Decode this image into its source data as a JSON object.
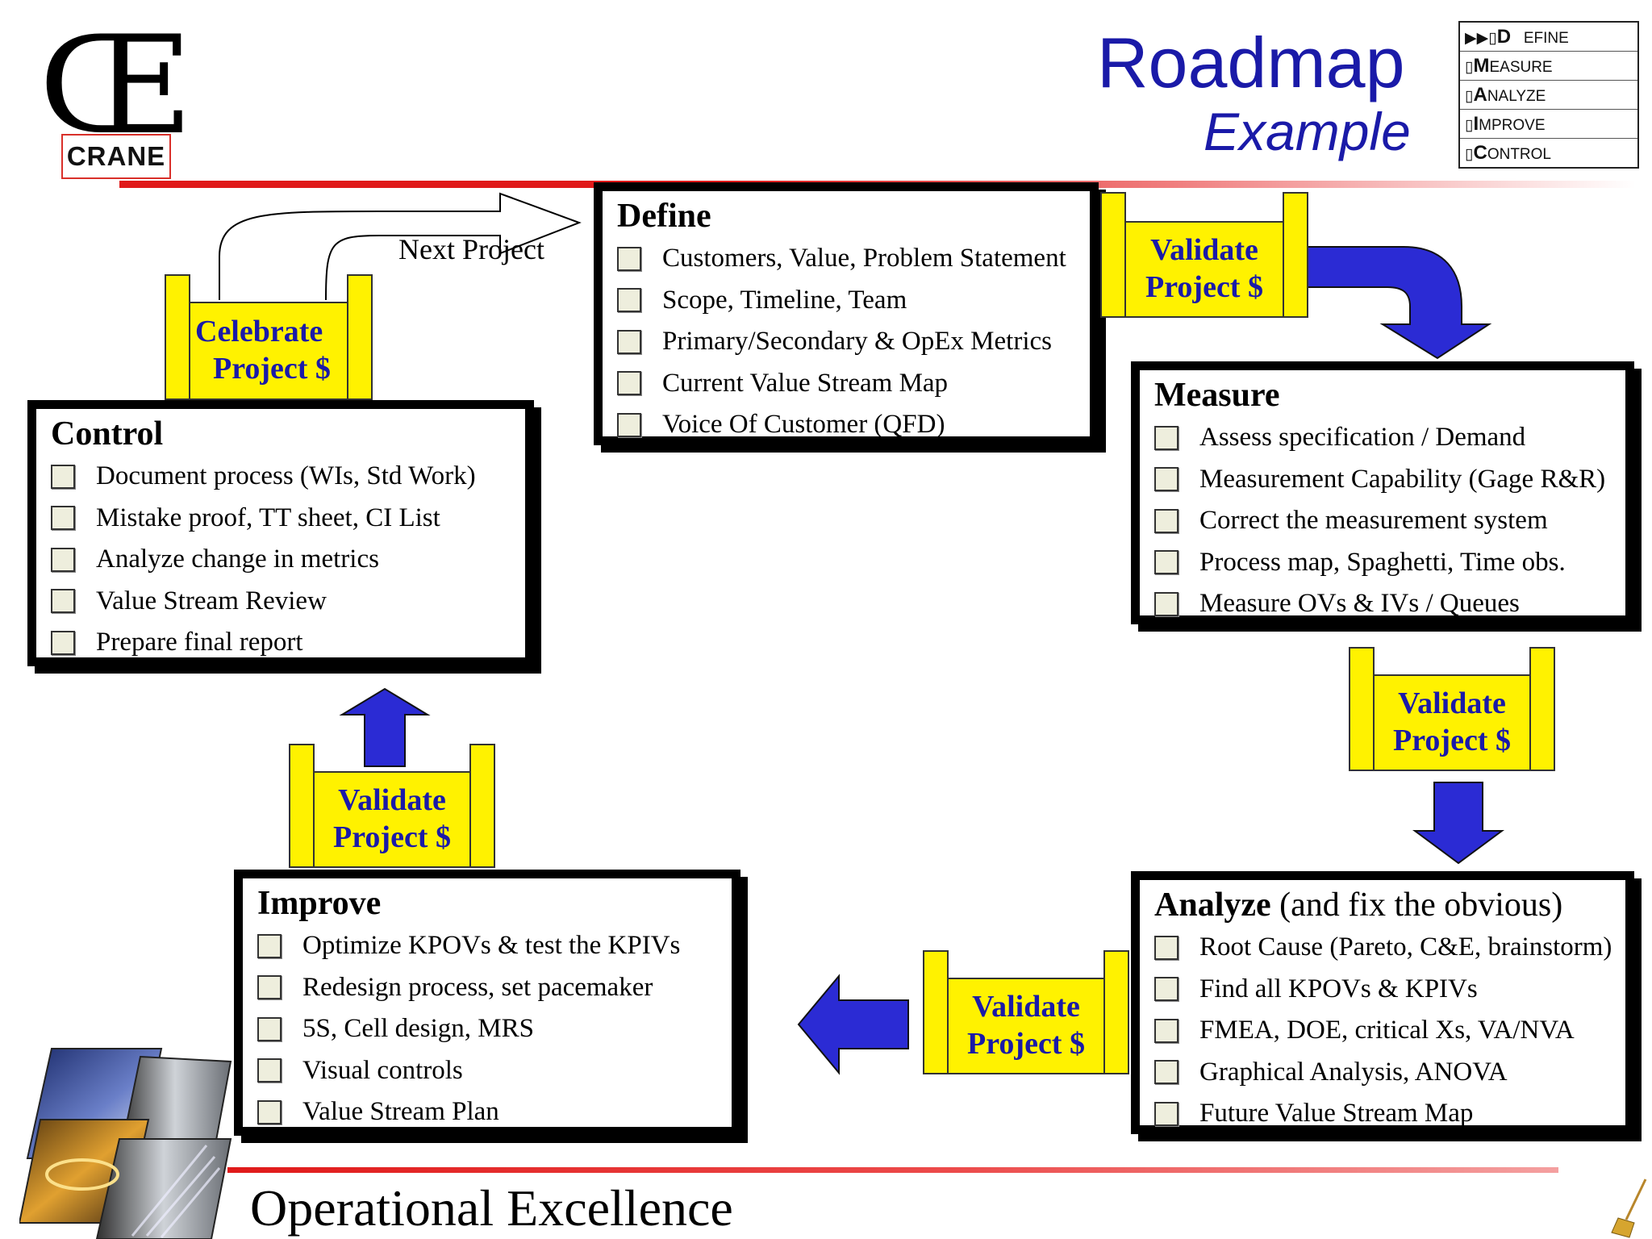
{
  "logo": {
    "mark": "Œ",
    "company": "CRANE"
  },
  "title": {
    "main": "Roadmap",
    "sub": "Example"
  },
  "dmaic_legend": [
    {
      "icon": "double-arrow-icon",
      "prefix": "▶▶▯",
      "initial": "D",
      "rest": "EFINE"
    },
    {
      "icon": "checkbox-icon",
      "prefix": "▯",
      "initial": "M",
      "rest": "EASURE"
    },
    {
      "icon": "checkbox-icon",
      "prefix": "▯",
      "initial": "A",
      "rest": "NALYZE"
    },
    {
      "icon": "checkbox-icon",
      "prefix": "▯",
      "initial": "I",
      "rest": "MPROVE"
    },
    {
      "icon": "checkbox-icon",
      "prefix": "▯",
      "initial": "C",
      "rest": "ONTROL"
    }
  ],
  "next_project_label": "Next Project",
  "phases": {
    "define": {
      "title": "Define",
      "items": [
        "Customers, Value, Problem Statement",
        "Scope, Timeline, Team",
        "Primary/Secondary  & OpEx Metrics",
        "Current Value Stream Map",
        "Voice Of Customer (QFD)"
      ]
    },
    "measure": {
      "title": "Measure",
      "items": [
        "Assess specification / Demand",
        "Measurement Capability (Gage R&R)",
        "Correct the measurement system",
        "Process map, Spaghetti, Time obs.",
        "Measure OVs & IVs / Queues"
      ]
    },
    "analyze": {
      "title": "Analyze",
      "title_suffix": " (and fix the obvious)",
      "items": [
        "Root Cause (Pareto, C&E, brainstorm)",
        "Find all KPOVs & KPIVs",
        "FMEA, DOE, critical Xs, VA/NVA",
        "Graphical Analysis, ANOVA",
        "Future Value Stream Map"
      ]
    },
    "improve": {
      "title": "Improve",
      "items": [
        "Optimize KPOVs & test the KPIVs",
        "Redesign process, set pacemaker",
        "5S, Cell design, MRS",
        "Visual controls",
        "Value Stream Plan"
      ]
    },
    "control": {
      "title": "Control",
      "items": [
        "Document process (WIs, Std Work)",
        "Mistake proof, TT sheet, CI List",
        "Analyze change in metrics",
        "Value Stream Review",
        "Prepare final report"
      ]
    }
  },
  "gates": {
    "validate": {
      "line1": "Validate",
      "line2": "Project $"
    },
    "celebrate": {
      "line1": "Celebrate",
      "line2": "Project $"
    }
  },
  "footer": "Operational Excellence",
  "colors": {
    "accent_blue": "#1a1aa8",
    "arrow_blue": "#2b2bd4",
    "badge_yellow": "#fff200",
    "rule_red": "#e01a1a"
  }
}
